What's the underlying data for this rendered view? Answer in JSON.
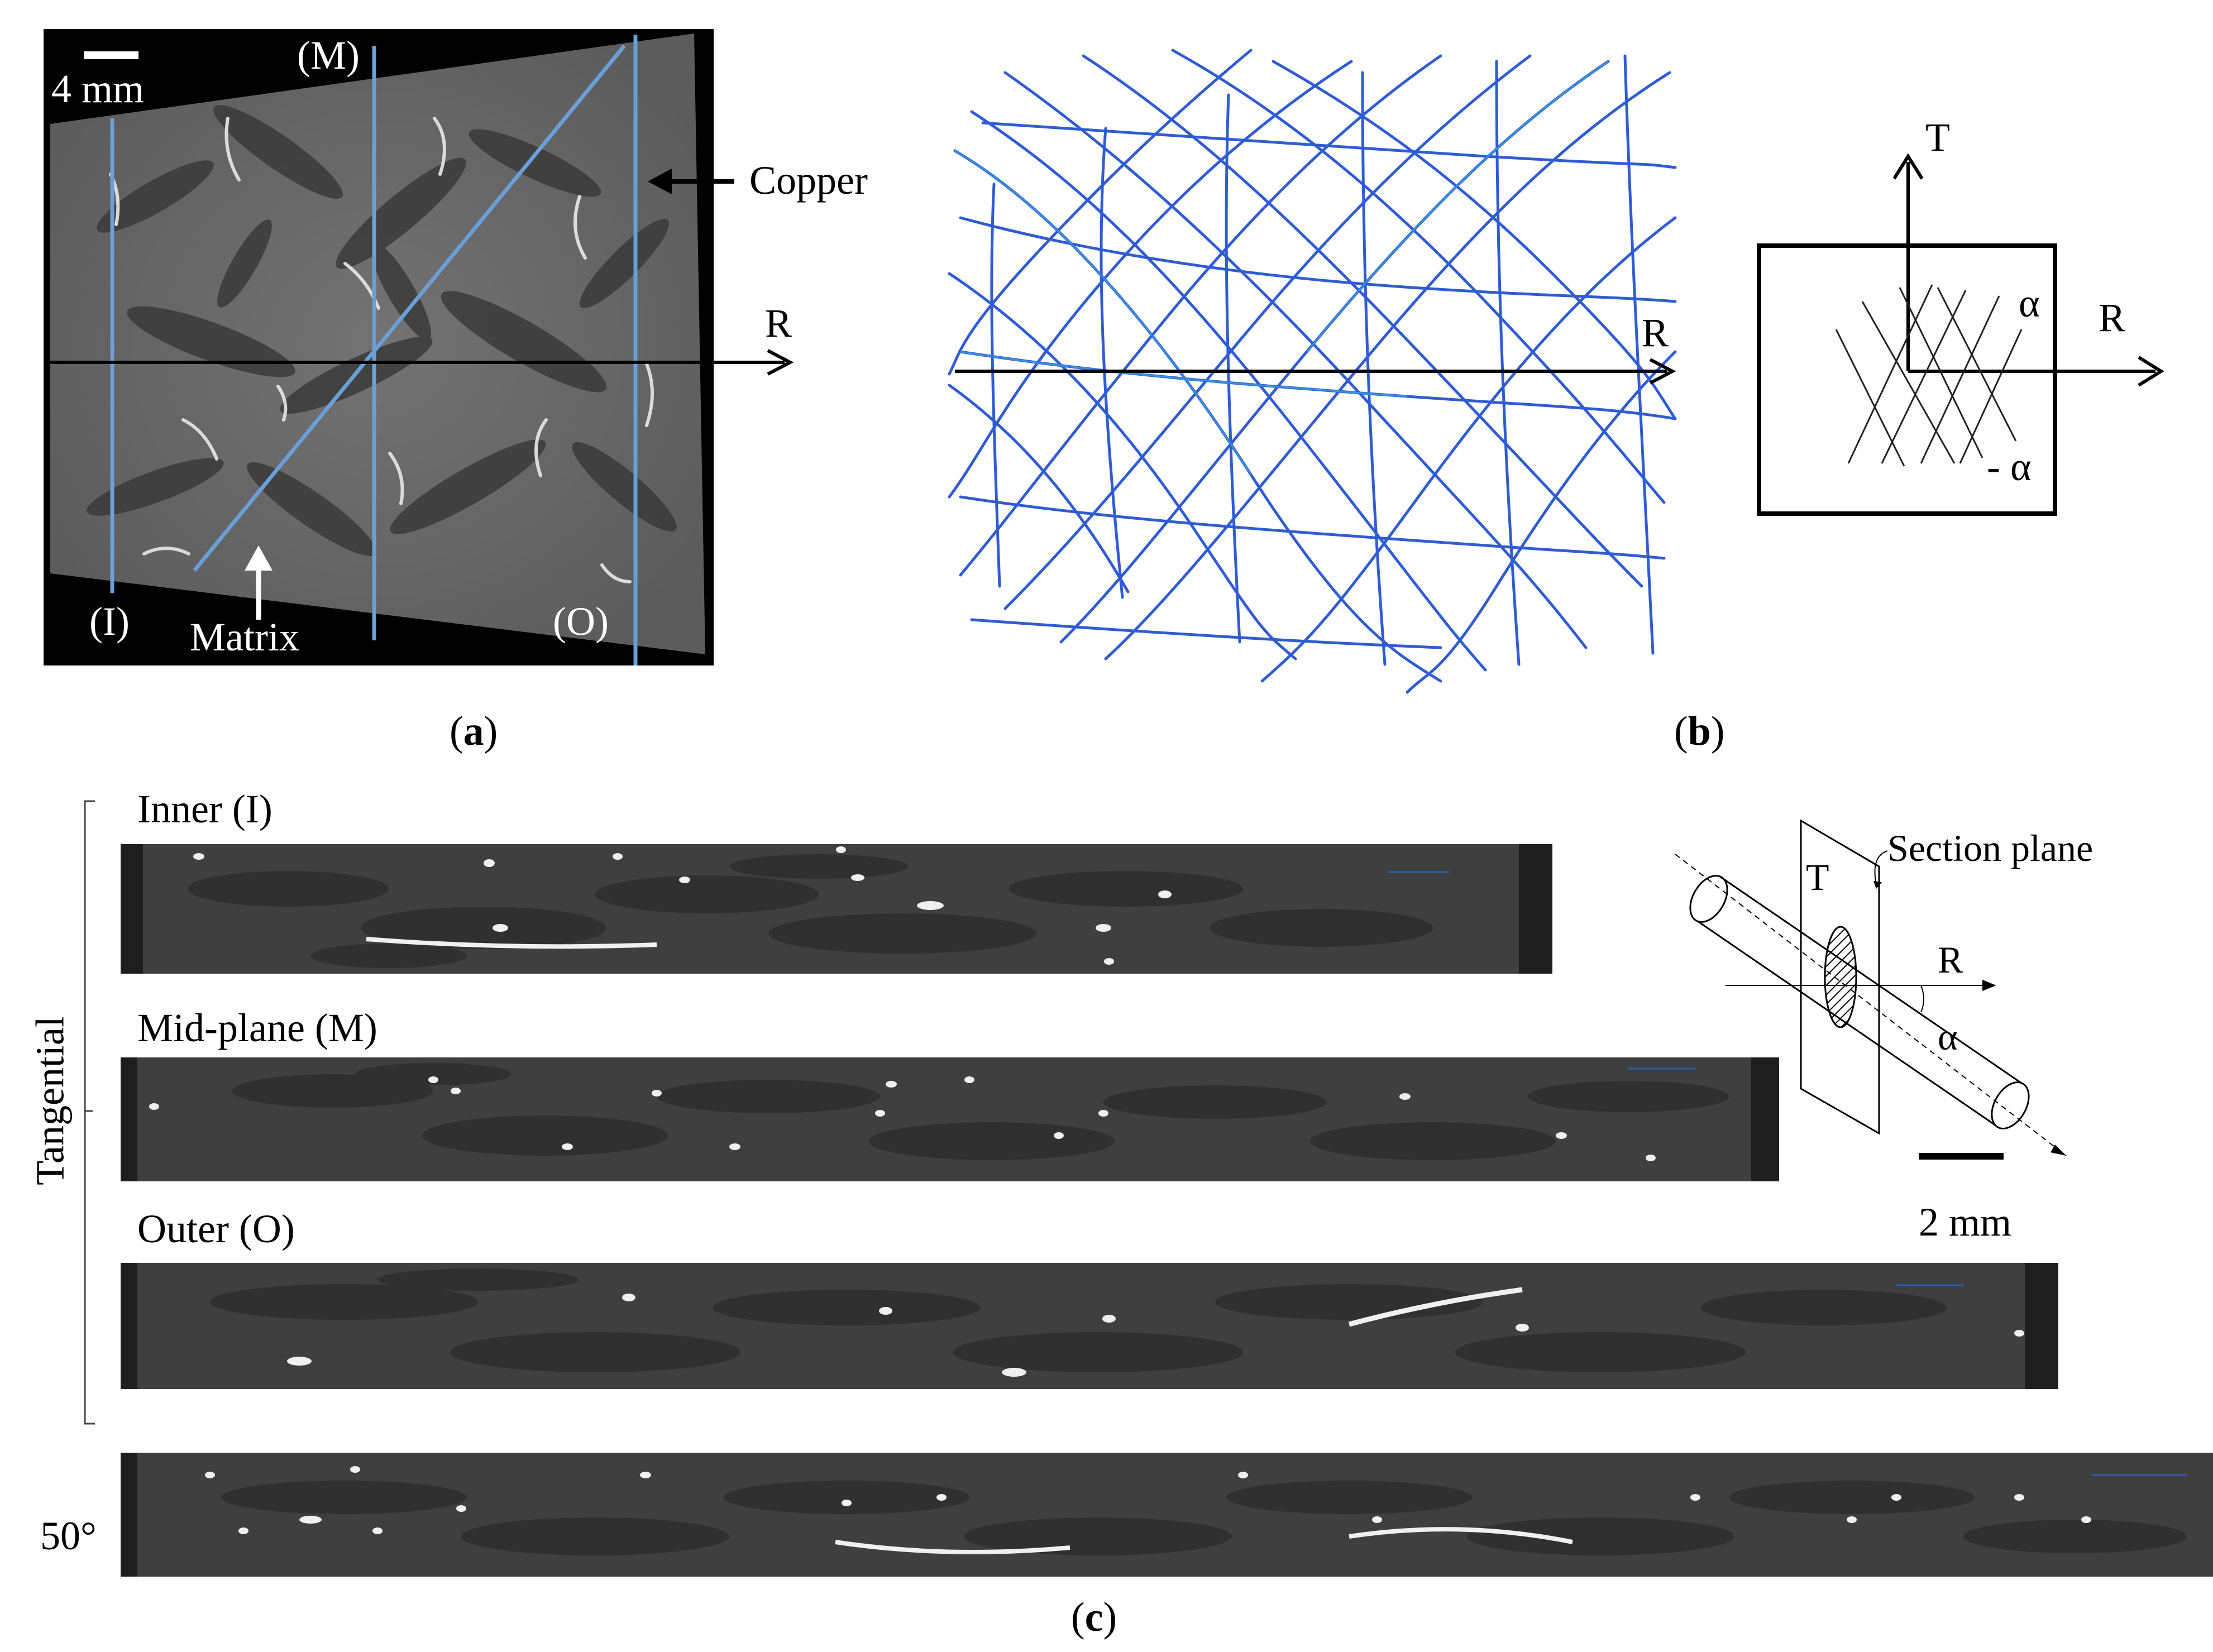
{
  "panel_a": {
    "scale_label": "4 mm",
    "label_mid": "(M)",
    "label_inner": "(I)",
    "label_outer": "(O)",
    "copper_label": "Copper",
    "matrix_label": "Matrix",
    "axis_R": "R",
    "caption_prefix": "(",
    "caption_letter": "a",
    "caption_suffix": ")"
  },
  "panel_b": {
    "axis_R": "R",
    "caption_prefix": "(",
    "caption_letter": "b",
    "caption_suffix": ")"
  },
  "panel_diagram": {
    "axis_T": "T",
    "axis_R": "R",
    "alpha": "α",
    "neg_alpha": "- α"
  },
  "panel_c": {
    "inner_label": "Inner (I)",
    "mid_label": "Mid-plane (M)",
    "outer_label": "Outer (O)",
    "side_label": "Tangential",
    "angle_label": "50°",
    "section_plane_label": "Section plane",
    "section_T": "T",
    "section_R": "R",
    "section_alpha": "α",
    "scale_label": "2 mm",
    "caption_prefix": "(",
    "caption_letter": "c",
    "caption_suffix": ")"
  },
  "colors": {
    "ct_background": "#5a5a5a",
    "fiber_blue": "#1f4fd0",
    "guide_line_blue": "#6a9fd8",
    "axis": "#000000"
  }
}
